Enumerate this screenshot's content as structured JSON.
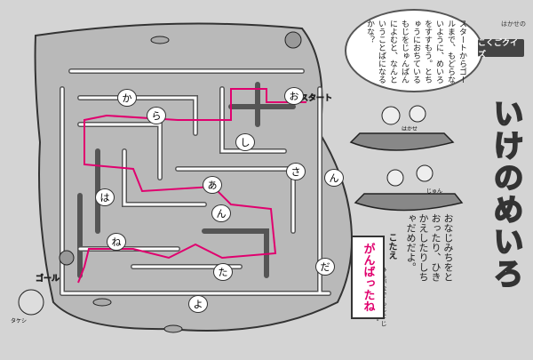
{
  "header": {
    "series_small": "はかせの",
    "quiz_label": "こくごクイズ"
  },
  "title": "いけのめいろ",
  "intro_text": "スタートからゴールまで、もどらないように、めいろをすすもう。とちゅうにおちているもじをじゅんばんによむと、なんということばになるかな？",
  "hint_text": "おなじみちをとおったり、ひきかえしたりしちゃだめだよ。",
  "answer": {
    "label": "こたえ",
    "note": "ひらがなで もじを じゅんばんに かこう。",
    "cheer": "がんばったね"
  },
  "signs": {
    "start": "スタート",
    "goal": "ゴール"
  },
  "characters": {
    "professor": "はかせ",
    "kid": "じゅん",
    "mascot": "タケシ"
  },
  "maze_letters": [
    "お",
    "か",
    "ら",
    "し",
    "あ",
    "さ",
    "ん",
    "は",
    "ね",
    "た",
    "よ",
    "だ",
    "ん"
  ]
}
